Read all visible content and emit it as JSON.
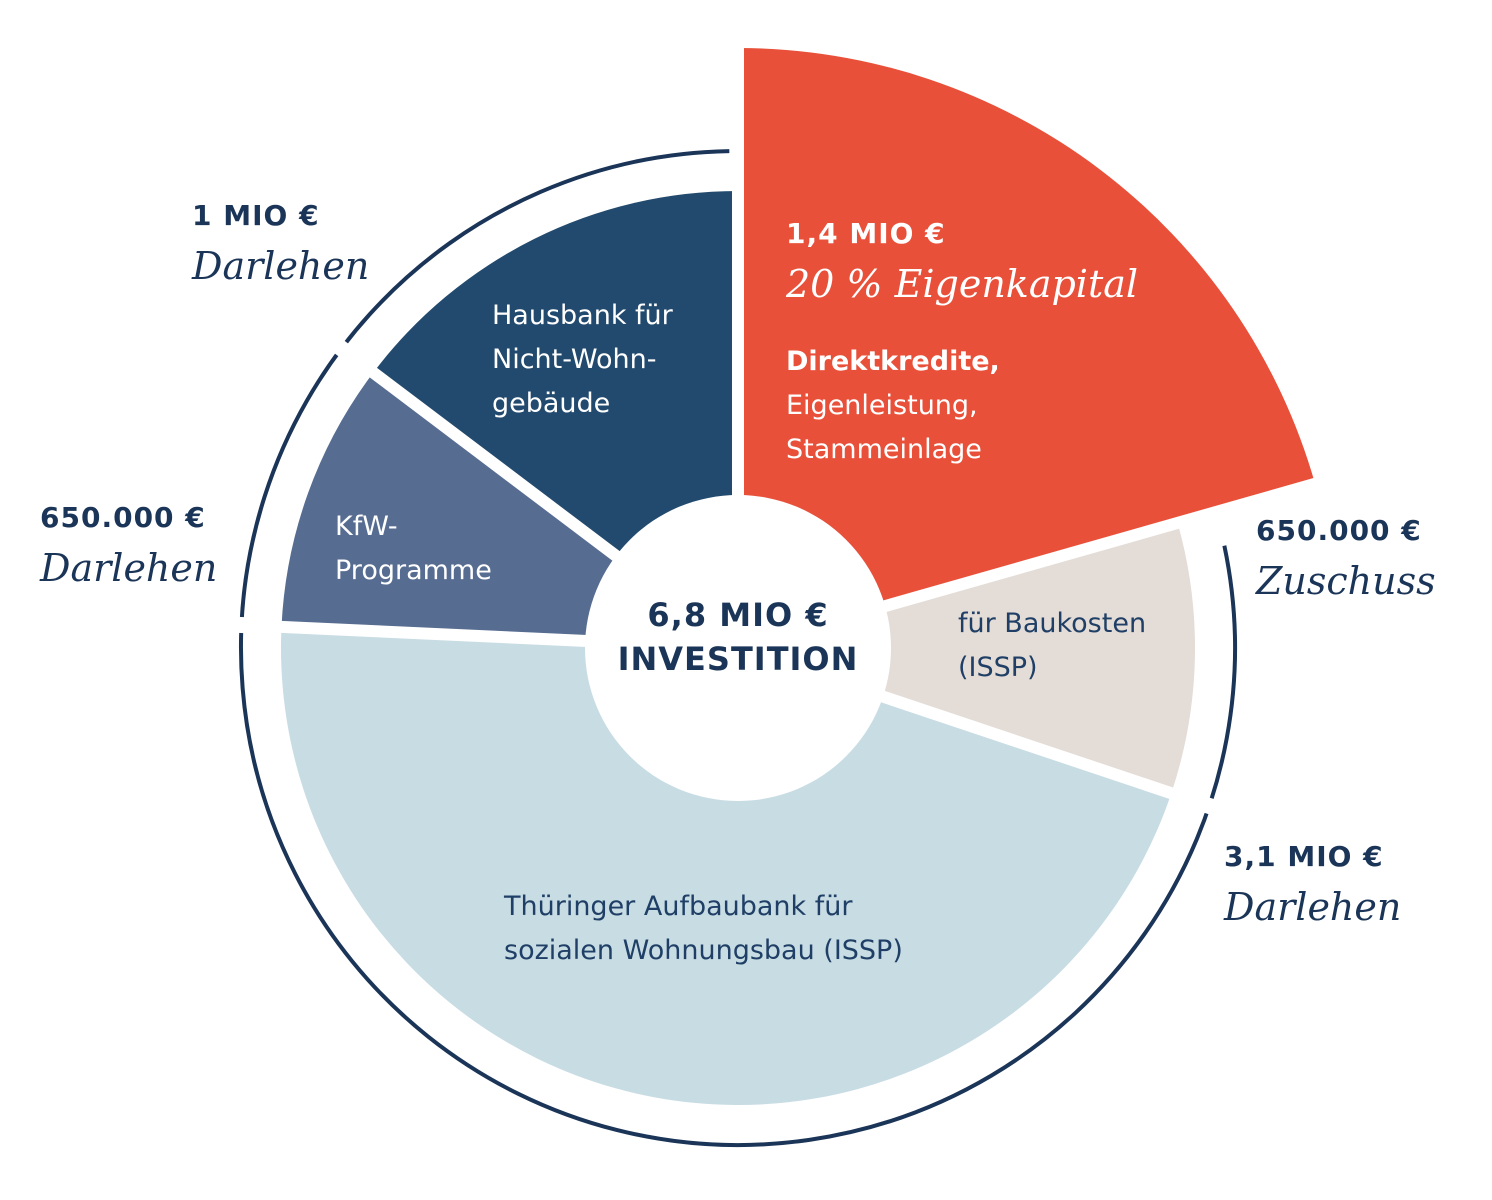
{
  "chart_data": {
    "type": "pie",
    "center": {
      "line1": "6,8 MIO €",
      "line2": "INVESTITION"
    },
    "slices": [
      {
        "key": "eigenkapital",
        "value": 1.4,
        "color": "#e8503a",
        "amount": "1,4 MIO €",
        "kind": "20 % Eigenkapital",
        "lines": [
          "Direktkredite,",
          "Eigenleistung,",
          "Stammeinlage"
        ],
        "text_color": "#ffffff"
      },
      {
        "key": "zuschuss",
        "value": 0.65,
        "color": "#e4dcd6",
        "amount": "650.000 €",
        "kind": "Zuschuss",
        "lines": [
          "für Baukosten",
          "(ISSP)"
        ],
        "text_color": "#1f3f66"
      },
      {
        "key": "aufbaubank",
        "value": 3.1,
        "color": "#c8dce4",
        "amount": "3,1 MIO €",
        "kind": "Darlehen",
        "lines": [
          "Thüringer Aufbaubank für",
          "sozialen Wohnungsbau (ISSP)"
        ],
        "text_color": "#1f3f66"
      },
      {
        "key": "kfw",
        "value": 0.65,
        "color": "#566c90",
        "amount": "650.000 €",
        "kind": "Darlehen",
        "lines": [
          "KfW-",
          "Programme"
        ],
        "text_color": "#ffffff"
      },
      {
        "key": "hausbank",
        "value": 1.0,
        "color": "#224a6e",
        "amount": "1 MIO €",
        "kind": "Darlehen",
        "lines": [
          "Hausbank für",
          "Nicht-Wohn-",
          "gebäude"
        ],
        "text_color": "#ffffff"
      }
    ]
  },
  "colors": {
    "navy": "#1b3558",
    "background": "#ffffff"
  }
}
